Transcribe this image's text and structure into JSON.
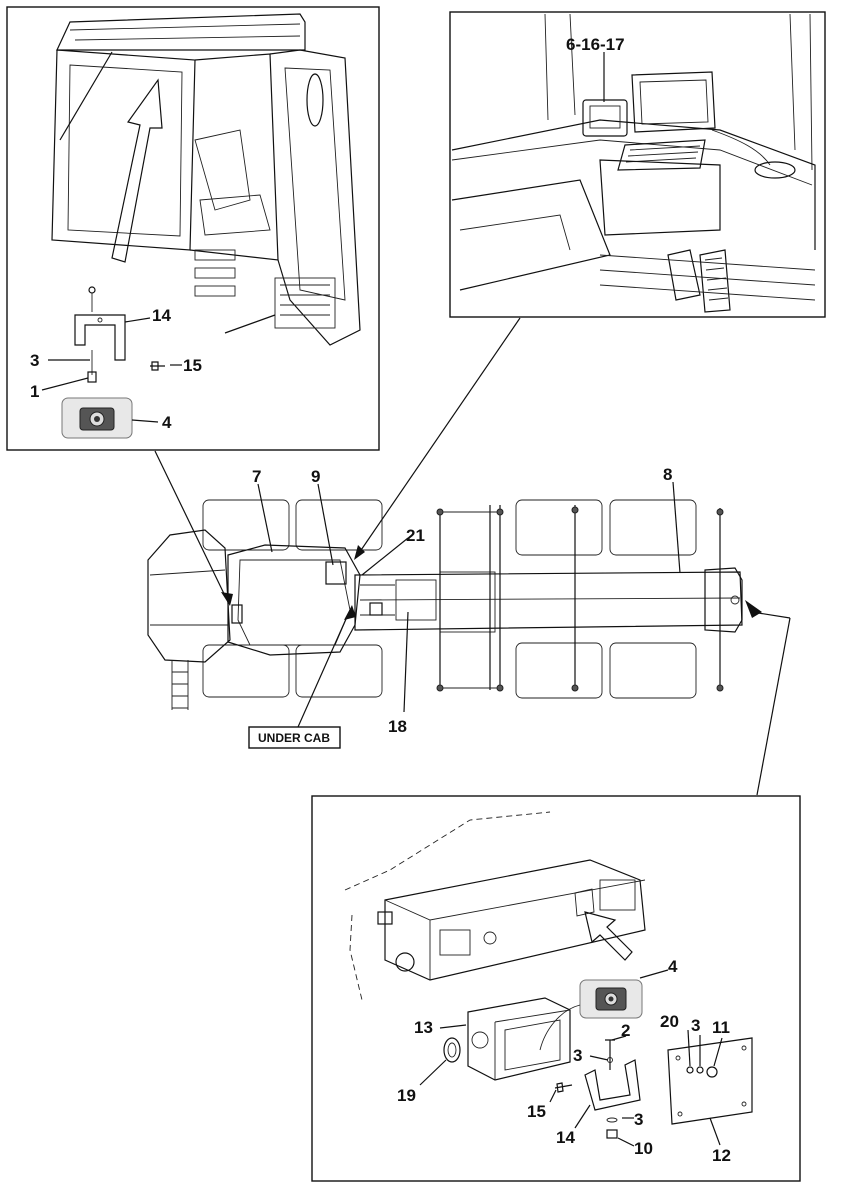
{
  "labels": {
    "cab": {
      "l14": "14",
      "l3": "3",
      "l15": "15",
      "l1": "1",
      "l4": "4"
    },
    "console": {
      "l6_16_17": "6-16-17"
    },
    "chassis": {
      "l7": "7",
      "l9": "9",
      "l8": "8",
      "l21": "21",
      "l18": "18",
      "under_cab": "UNDER CAB"
    },
    "rear": {
      "l4": "4",
      "l13": "13",
      "l2": "2",
      "l20": "20",
      "l3a": "3",
      "l11": "11",
      "l3b": "3",
      "l19": "19",
      "l15": "15",
      "l14": "14",
      "l3c": "3",
      "l10": "10",
      "l12": "12"
    }
  }
}
